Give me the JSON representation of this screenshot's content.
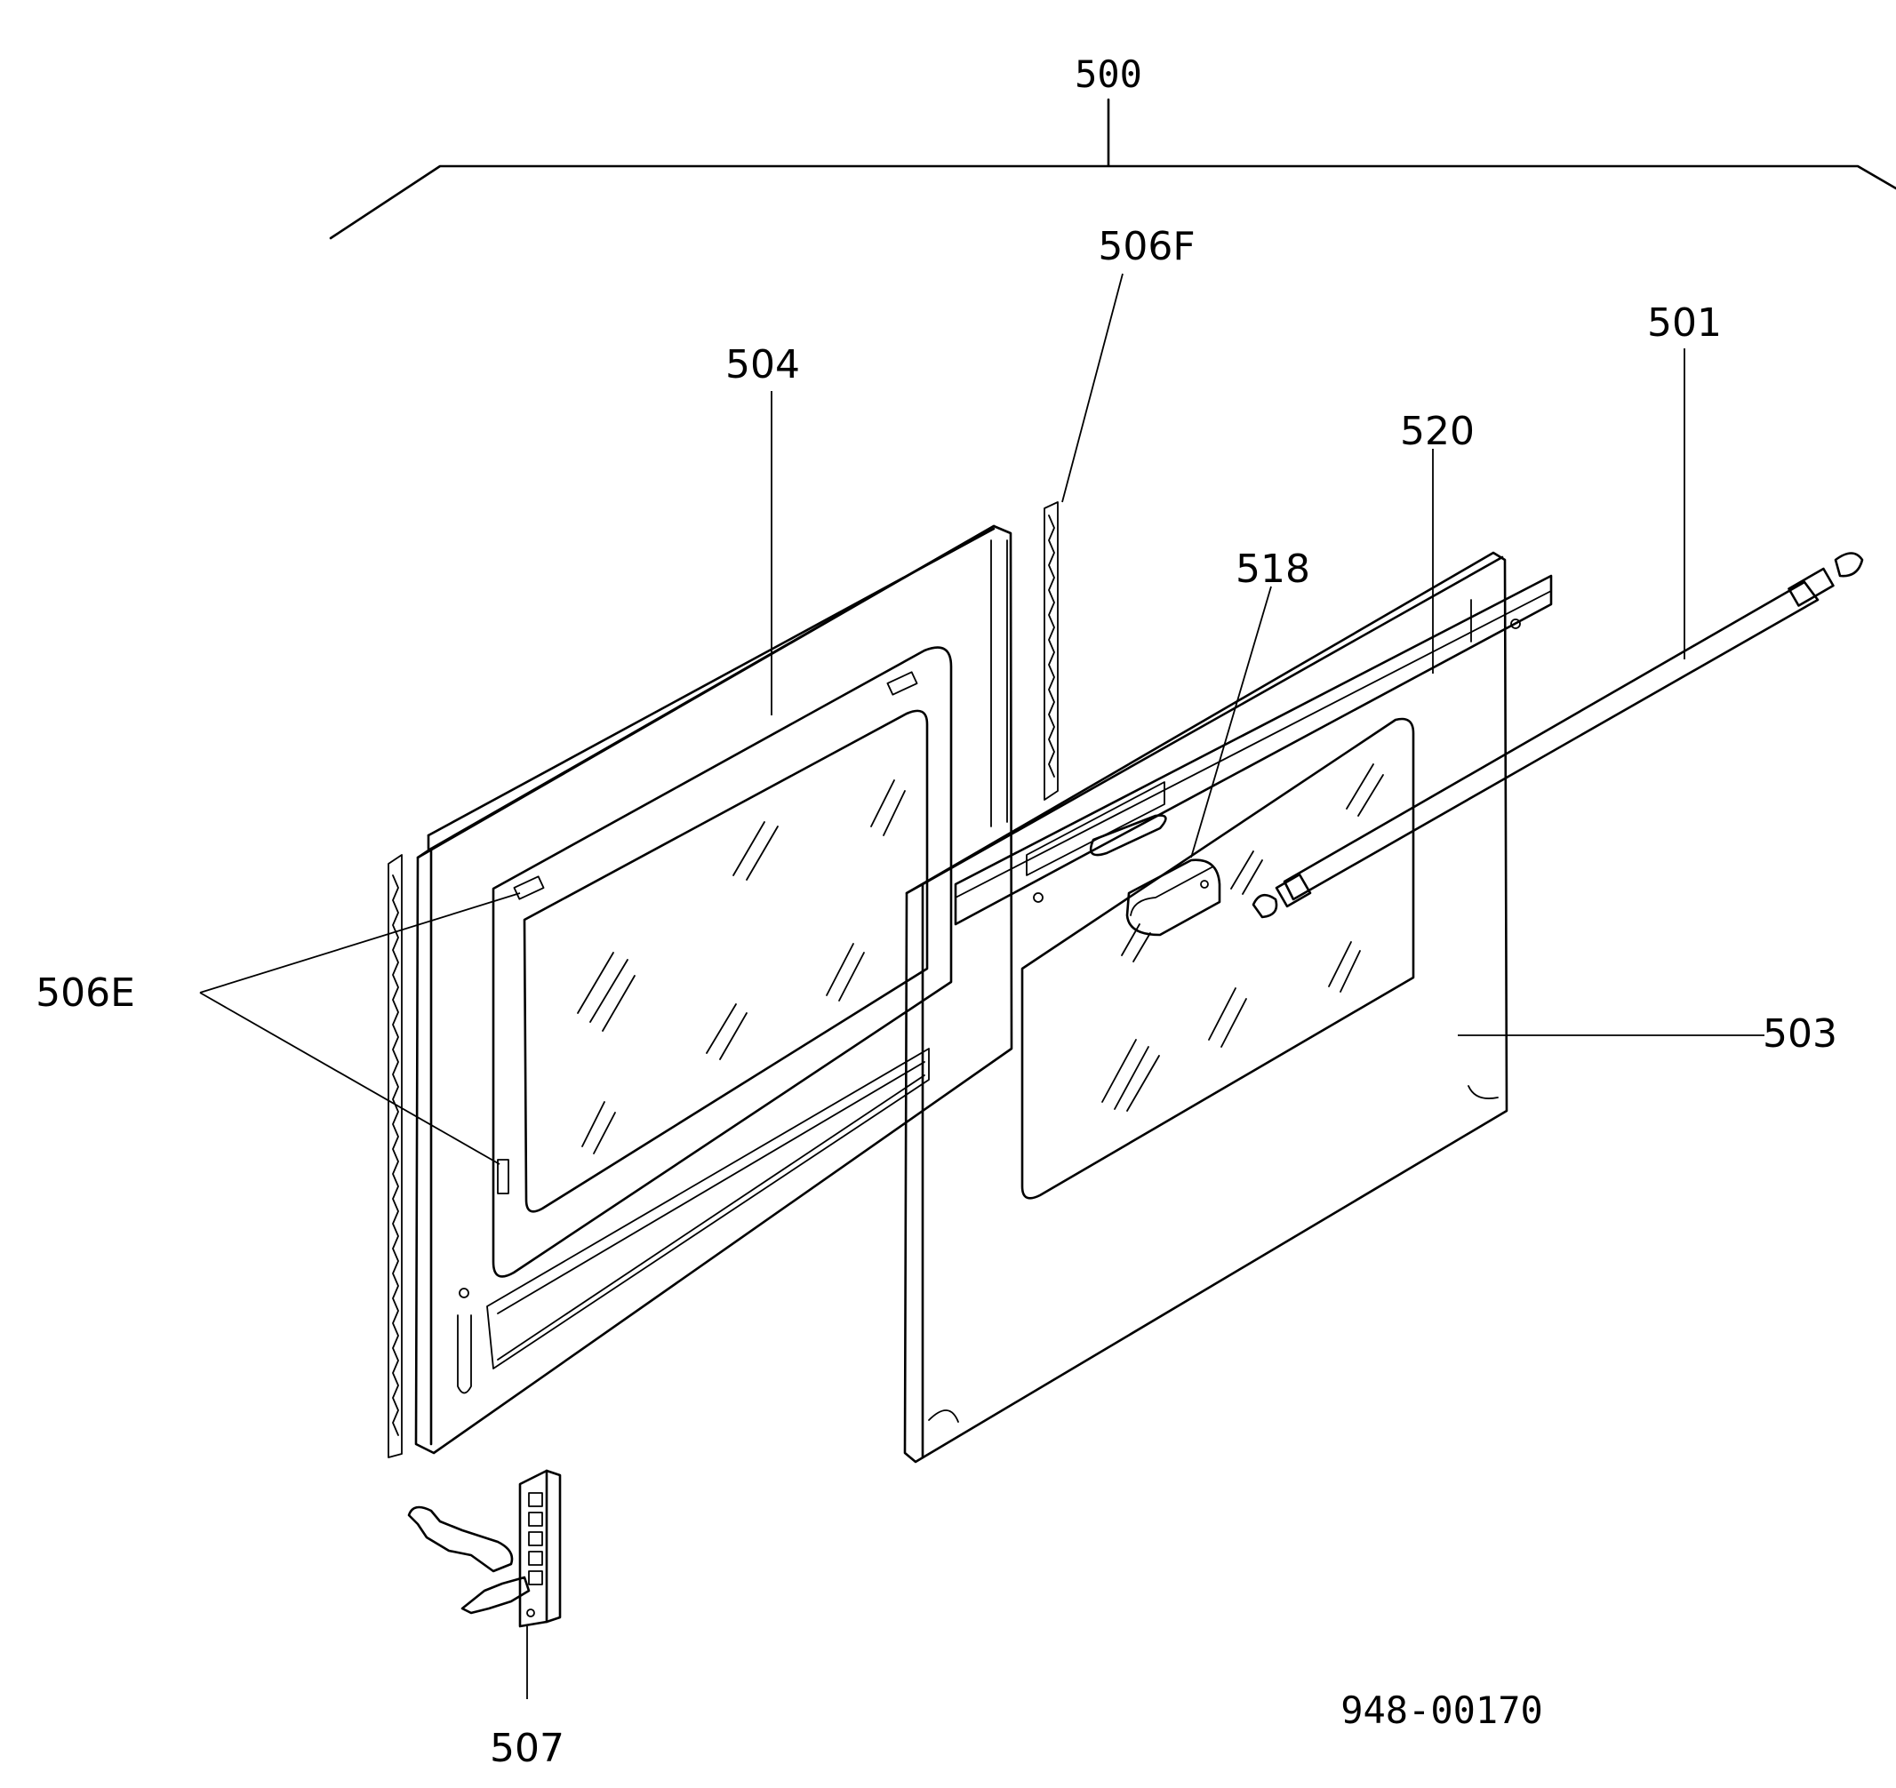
{
  "labels": {
    "l500": "500",
    "l506F": "506F",
    "l501": "501",
    "l504": "504",
    "l520": "520",
    "l518": "518",
    "l506E": "506E",
    "l503": "503",
    "l507": "507",
    "drawing_number": "948-00170"
  }
}
